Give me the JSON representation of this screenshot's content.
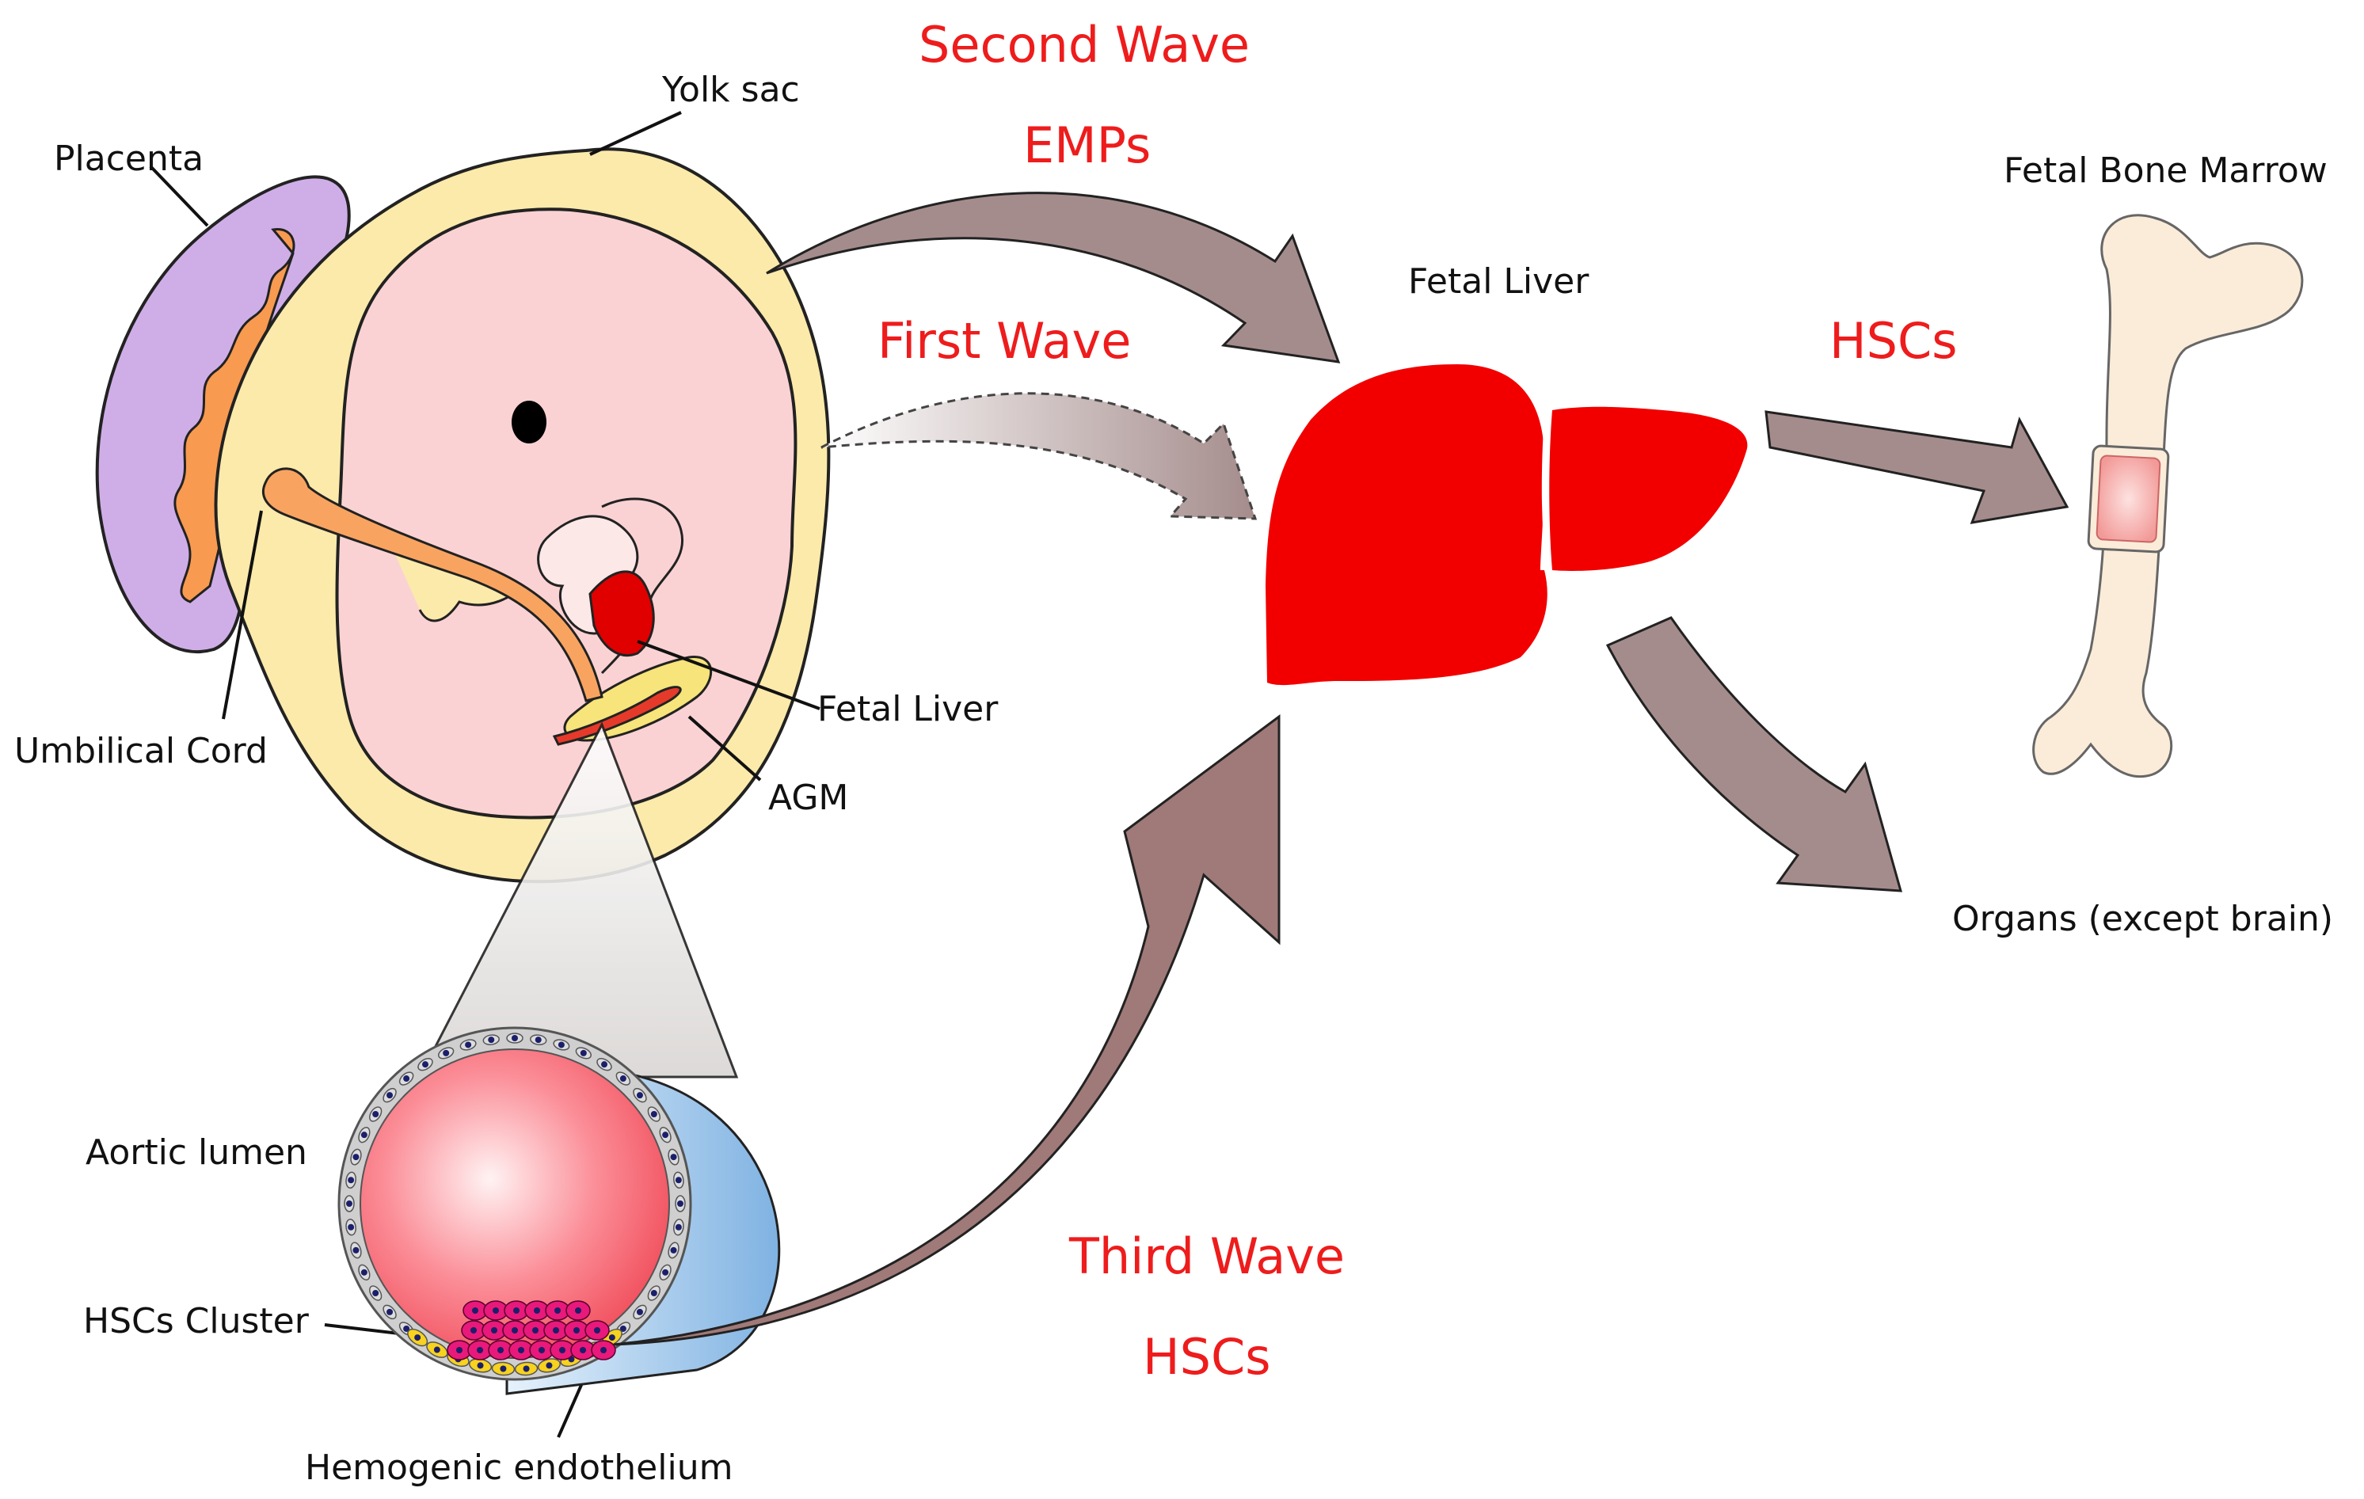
{
  "labels": {
    "placenta": "Placenta",
    "yolk_sac": "Yolk sac",
    "umbilical_cord": "Umbilical Cord",
    "fetal_liver_embryo": "Fetal Liver",
    "agm": "AGM",
    "aortic_lumen": "Aortic lumen",
    "hscs_cluster": "HSCs Cluster",
    "hemogenic_endothelium": "Hemogenic endothelium",
    "fetal_liver_main": "Fetal Liver",
    "fetal_bone_marrow": "Fetal Bone Marrow",
    "organs": "Organs (except brain)"
  },
  "waves": {
    "second_wave": "Second Wave",
    "second_wave_cells": "EMPs",
    "first_wave": "First Wave",
    "bone_marrow_cells": "HSCs",
    "third_wave": "Third Wave",
    "third_wave_cells": "HSCs"
  },
  "colors": {
    "wave_text": "#ee1c1c",
    "arrow": "#a58c8c",
    "liver": "#f20000",
    "placenta": "#cfaee8",
    "yolk_sac": "#fbeaaa",
    "embryo": "#fbd2d3",
    "aorta_blue": "#8fbde6",
    "hsc_cells": "#e8197a",
    "hemogenic_endothelium": "#f7d21e"
  }
}
